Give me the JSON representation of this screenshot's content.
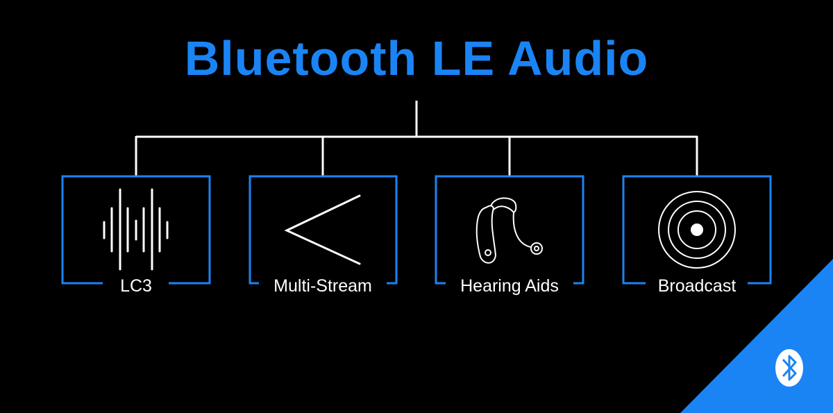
{
  "title": "Bluetooth LE Audio",
  "colors": {
    "accent": "#1a84f5",
    "background": "#000000",
    "lines": "#ffffff"
  },
  "features": [
    {
      "label": "LC3",
      "icon": "sound-wave-icon"
    },
    {
      "label": "Multi-Stream",
      "icon": "multi-stream-icon"
    },
    {
      "label": "Hearing Aids",
      "icon": "hearing-aid-icon"
    },
    {
      "label": "Broadcast",
      "icon": "broadcast-icon"
    }
  ],
  "logo": "bluetooth-logo"
}
